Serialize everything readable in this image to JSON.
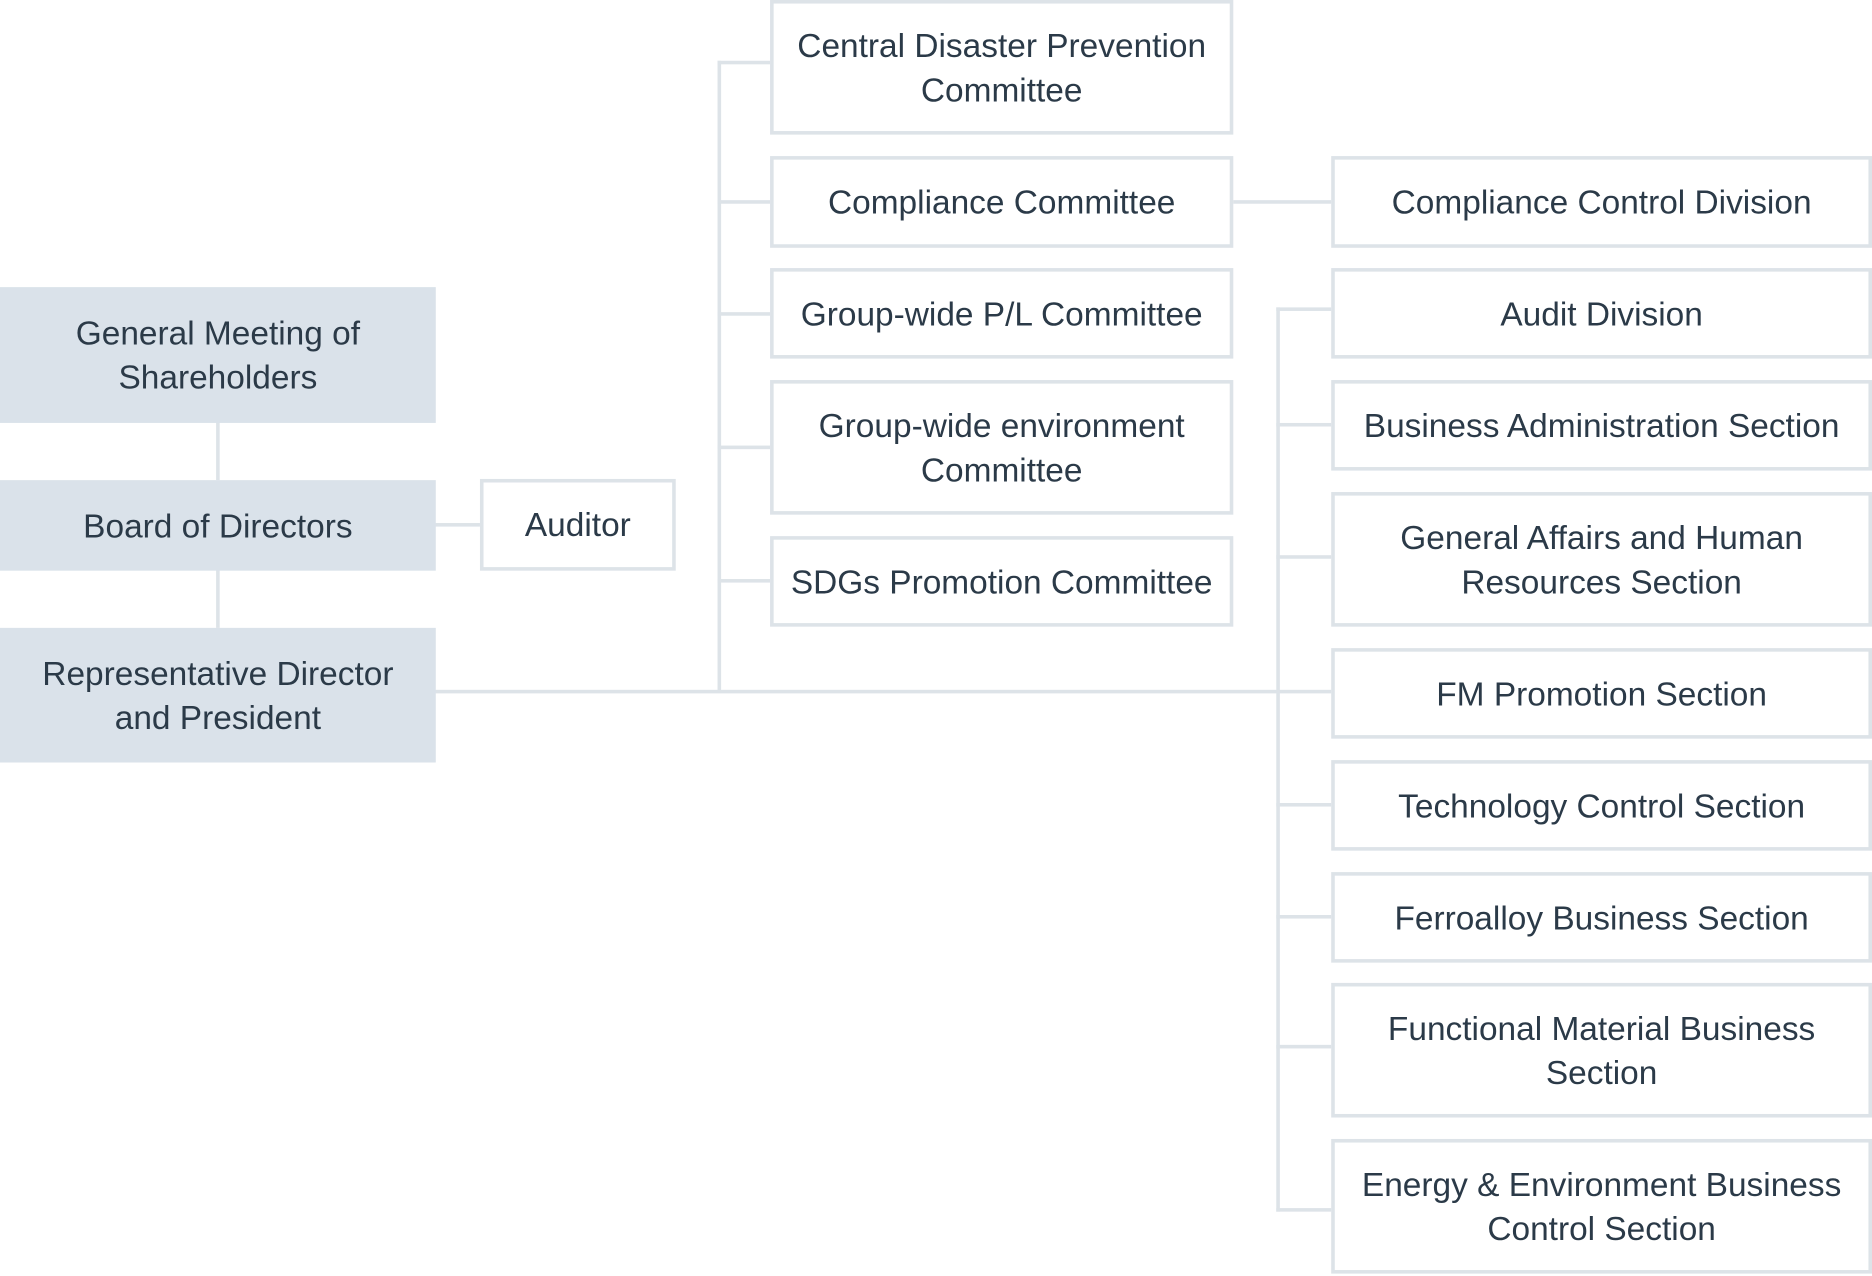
{
  "top": {
    "shareholders": "General Meeting of Shareholders",
    "board": "Board of Directors",
    "president": "Representative Director and President",
    "auditor": "Auditor"
  },
  "committees": [
    "Central Disaster Prevention Committee",
    "Compliance Committee",
    "Group-wide P/L Committee",
    "Group-wide environment Committee",
    "SDGs Promotion Committee"
  ],
  "compliance_division": "Compliance Control Division",
  "divisions": [
    "Audit Division",
    "Business Administration Section",
    "General Affairs and Human Resources Section",
    "FM Promotion Section",
    "Technology Control Section",
    "Ferroalloy Business Section",
    "Functional Material Business Section",
    "Energy & Environment Business Control Section"
  ],
  "colors": {
    "filled_box": "#dae2ea",
    "border_and_lines": "#dde3e8",
    "text": "#2b3a48"
  }
}
